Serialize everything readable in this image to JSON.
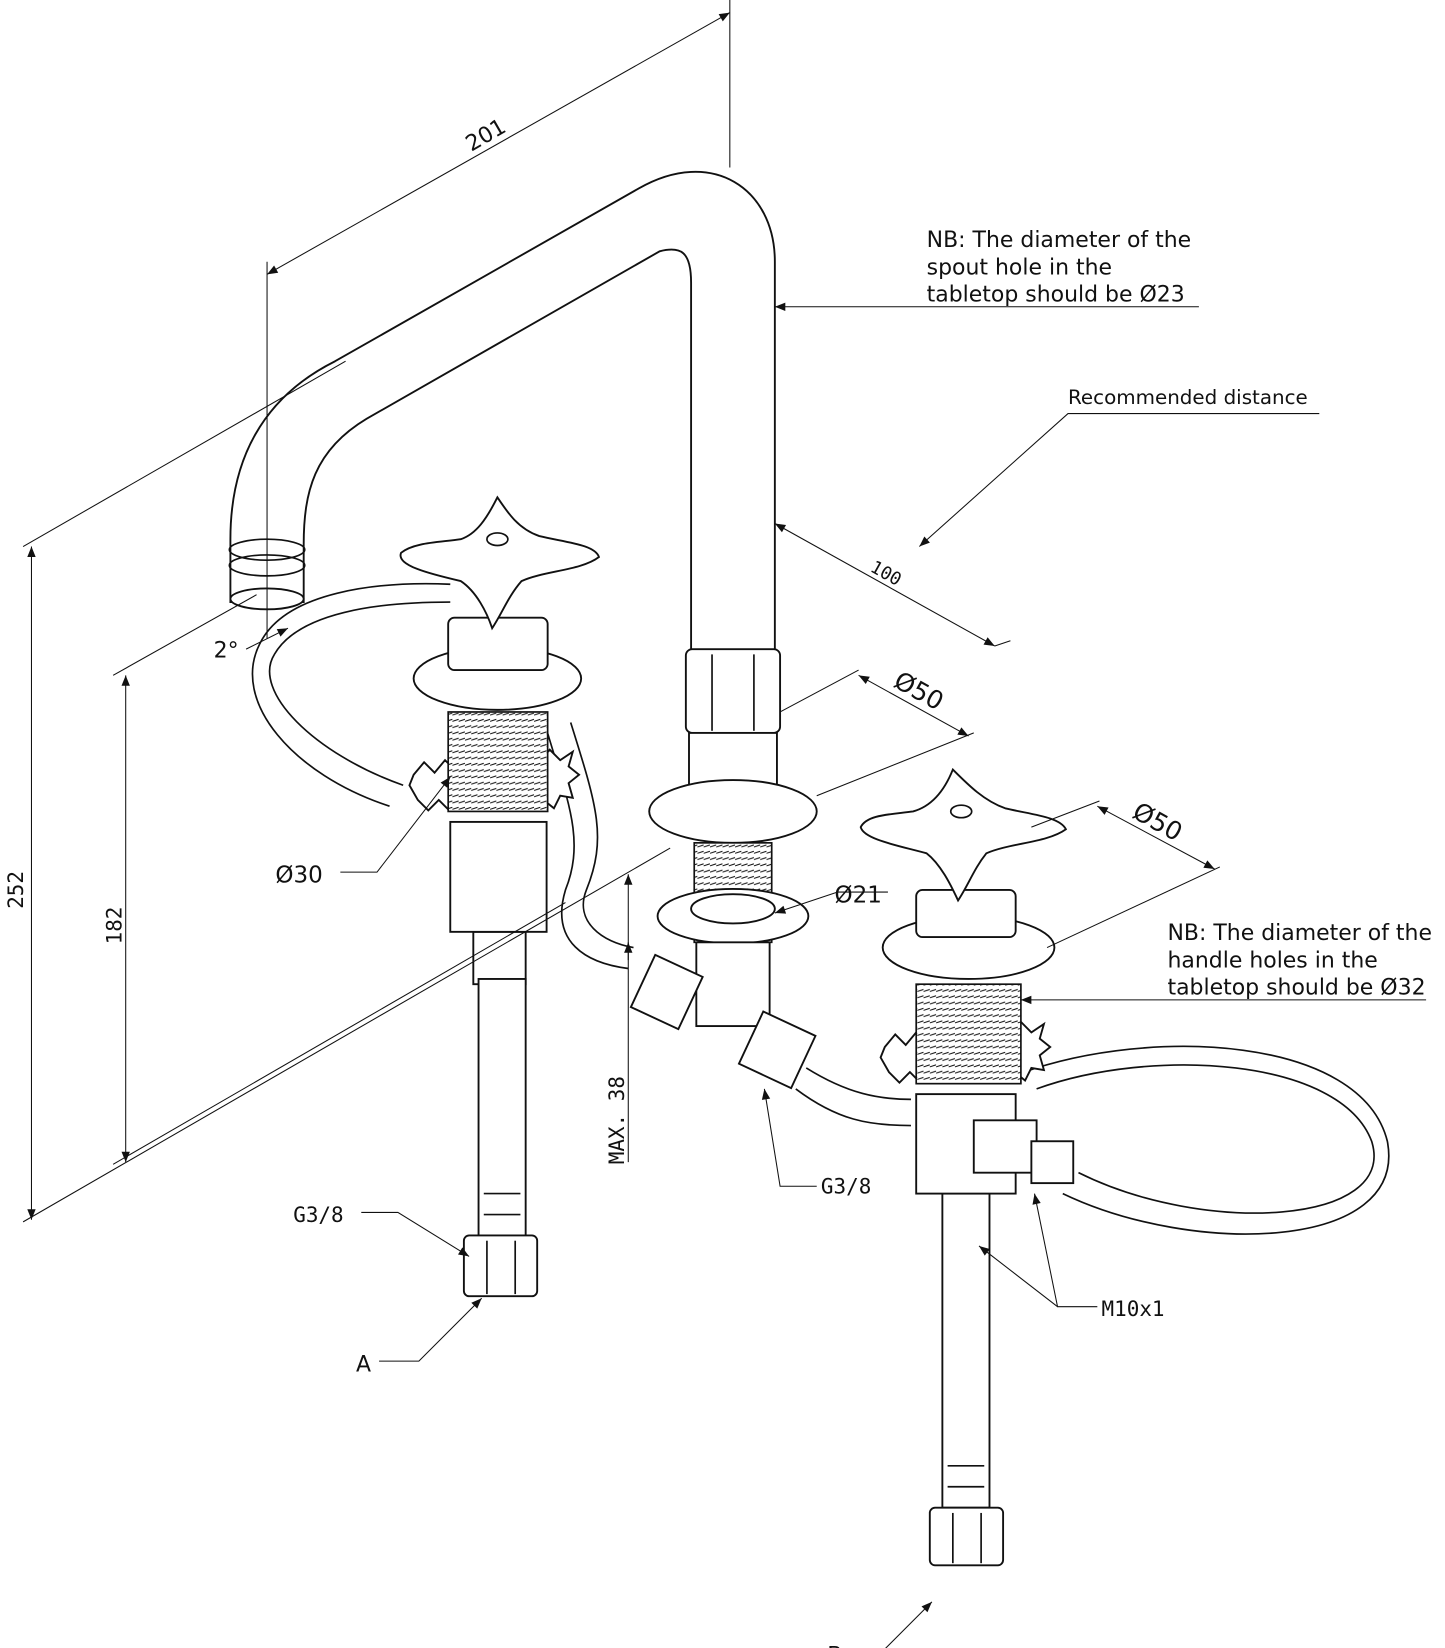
{
  "notes": {
    "spout_note": [
      "NB: The diameter of the",
      "spout hole in the",
      "tabletop should be Ø23"
    ],
    "recommended": "Recommended distance",
    "handle_note": [
      "NB: The diameter of the",
      "handle holes in the",
      "tabletop should be Ø32"
    ]
  },
  "dimensions": {
    "spout_reach": "201",
    "total_height": "252",
    "spout_height": "182",
    "max_thickness": "MAX.  38",
    "angle": "2°",
    "distance": "100",
    "dia_flange_center": "Ø50",
    "dia_flange_right": "Ø50",
    "dia_thread_center": "Ø21",
    "dia_thread_left": "Ø30"
  },
  "connections": {
    "g38_left": "G3/8",
    "g38_center": "G3/8",
    "m10": "M10x1",
    "inlet_a": "A",
    "inlet_b": "B"
  }
}
